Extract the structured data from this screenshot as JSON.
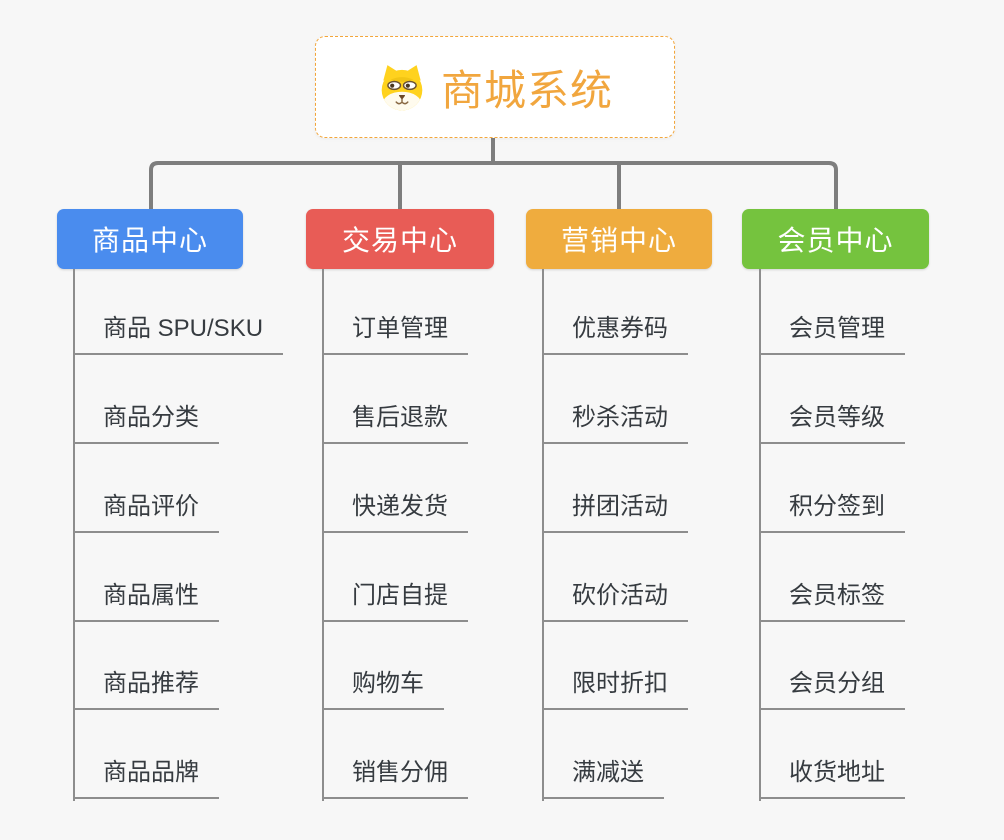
{
  "root": {
    "title": "商城系统",
    "icon": "dog-face-icon",
    "accent_color": "#F1A63E",
    "border_color": "#F3A63A"
  },
  "connector_color": "#7E7E7E",
  "line_color": "#8D8D8D",
  "branches": [
    {
      "label": "商品中心",
      "color": "#4A8CEE",
      "children": [
        "商品 SPU/SKU",
        "商品分类",
        "商品评价",
        "商品属性",
        "商品推荐",
        "商品品牌"
      ]
    },
    {
      "label": "交易中心",
      "color": "#E85C56",
      "children": [
        "订单管理",
        "售后退款",
        "快递发货",
        "门店自提",
        "购物车",
        "销售分佣"
      ]
    },
    {
      "label": "营销中心",
      "color": "#EFAC3E",
      "children": [
        "优惠券码",
        "秒杀活动",
        "拼团活动",
        "砍价活动",
        "限时折扣",
        "满减送"
      ]
    },
    {
      "label": "会员中心",
      "color": "#75C33E",
      "children": [
        "会员管理",
        "会员等级",
        "积分签到",
        "会员标签",
        "会员分组",
        "收货地址"
      ]
    }
  ]
}
